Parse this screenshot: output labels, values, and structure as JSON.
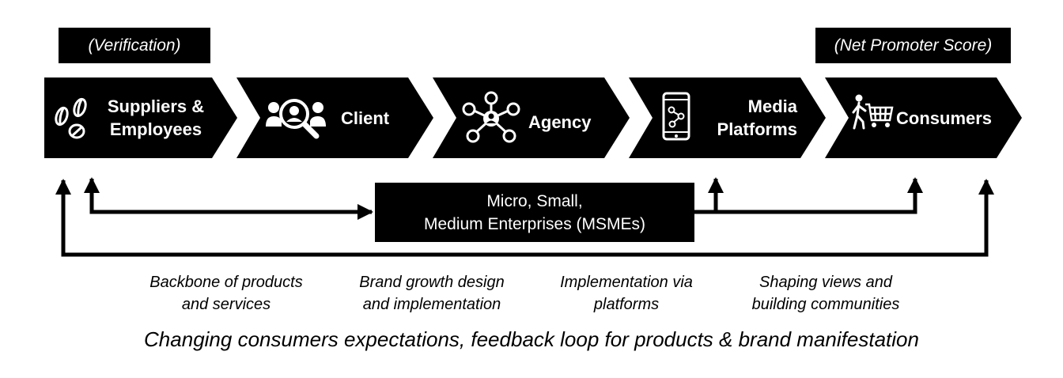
{
  "tags": {
    "left": "(Verification)",
    "right": "(Net Promoter Score)"
  },
  "stages": [
    {
      "line1": "Suppliers &",
      "line2": "Employees",
      "icon": "coffee-beans-icon"
    },
    {
      "line1": "Client",
      "icon": "magnifier-people-icon"
    },
    {
      "line1": "Agency",
      "icon": "network-icon"
    },
    {
      "line1": "Media",
      "line2": "Platforms",
      "icon": "smartphone-icon"
    },
    {
      "line1": "Consumers",
      "icon": "shopping-cart-icon"
    }
  ],
  "center": {
    "line1": "Micro, Small,",
    "line2": "Medium Enterprises (MSMEs)"
  },
  "captions": [
    {
      "line1": "Backbone of products",
      "line2": "and services"
    },
    {
      "line1": "Brand growth design",
      "line2": "and implementation"
    },
    {
      "line1": "Implementation via",
      "line2": "platforms"
    },
    {
      "line1": "Shaping views and",
      "line2": "building communities"
    }
  ],
  "footer": "Changing consumers expectations, feedback loop for products & brand manifestation",
  "colors": {
    "fill": "#000000",
    "text_on_fill": "#ffffff",
    "background": "#ffffff"
  }
}
